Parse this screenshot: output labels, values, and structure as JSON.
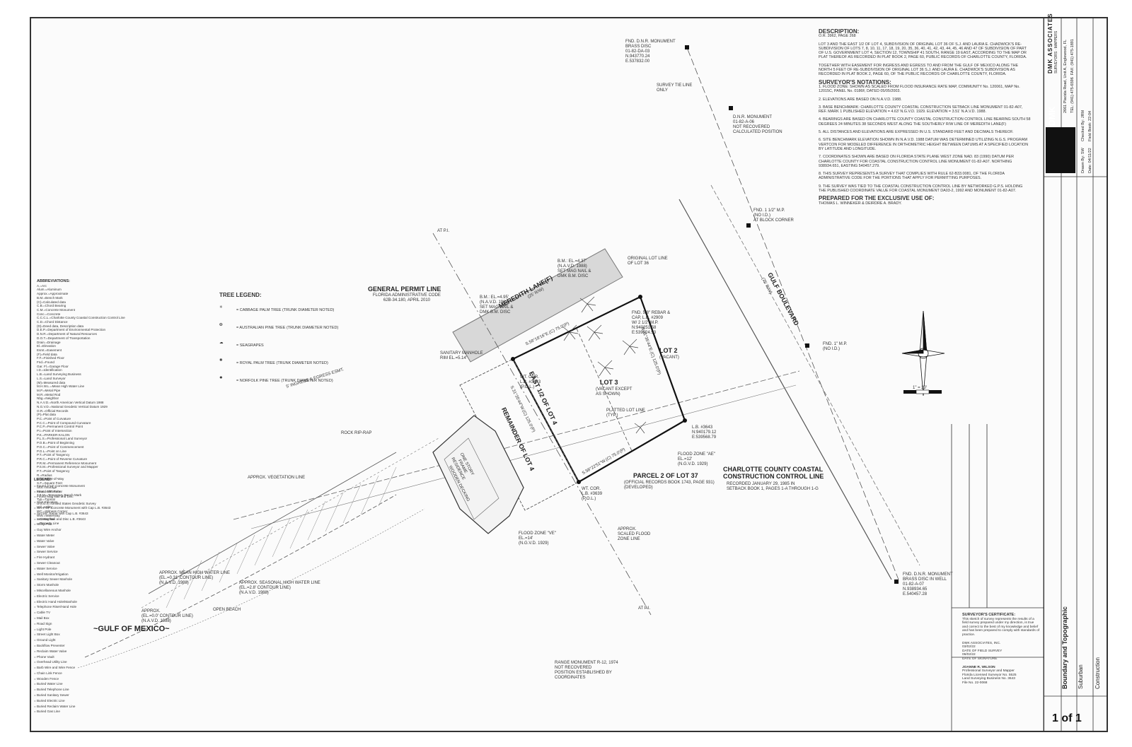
{
  "description": {
    "heading": "DESCRIPTION:",
    "book": "O.R. 3962, PAGE 268",
    "text": "LOT 3 AND THE EAST 1/2 OF LOT 4, SUBDIVISION OF ORIGINAL LOT 36 OF S.J. AND LAURA E. CHADWICK'S RE-SUBDIVISION OF LOTS 7, 8, 10, 11, 17, 18, 19, 20, 35, 36, 40, 41, 42, 43, 44, 45, 46 AND 47 OF SUBDIVISION OF PART OF U.S. GOVERNMENT LOT 4, SECTION 12, TOWNSHIP 41 SOUTH, RANGE 19 EAST, ACCORDING TO THE MAP OR PLAT THEREOF AS RECORDED IN PLAT BOOK 2, PAGE 60, PUBLIC RECORDS OF CHARLOTTE COUNTY, FLORIDA.",
    "text2": "TOGETHER WITH EASEMENT FOR INGRESS AND EGRESS TO AND FROM THE GULF OF MEXICO ALONG THE NORTH 5 FEET OF RE-SUBDIVISION OF ORIGINAL LOT 36 S.J. AND LAURA E. CHADWICK'S SUBDIVISION AS RECORDED IN PLAT BOOK 2, PAGE 60, OF THE PUBLIC RECORDS OF CHARLOTTE COUNTY, FLORIDA."
  },
  "notations": {
    "heading": "SURVEYOR'S NOTATIONS:",
    "items": [
      "1. FLOOD ZONE: SHOWN AS SCALED FROM FLOOD INSURANCE RATE MAP, COMMUNITY No. 120061, MAP No. 12015C, PANEL No. 0186F, DATED 05/05/2003.",
      "2. ELEVATIONS ARE BASED ON N.A.V.D. 1988.",
      "3. BASE BENCHMARK: CHARLOTTE COUNTY COASTAL CONSTRUCTION SETBACK LINE MONUMENT 01-82-A07, REF. MARK 1 PUBLISHED ELEVATION = 4.63' N.G.V.D. 1929. ELEVATION = 3.51' N.A.V.D. 1988.",
      "4. BEARINGS ARE BASED ON CHARLOTTE COUNTY COASTAL CONSTRUCTION CONTROL LINE BEARING SOUTH 58 DEGREES 24 MINUTES 38 SECONDS WEST ALONG THE SOUTHERLY R/W LINE OF MEREDITH LANE(F)",
      "5. ALL DISTANCES AND ELEVATIONS ARE EXPRESSED IN U.S. STANDARD FEET AND DECIMALS THEREOF.",
      "6. SITE BENCHMARK ELEVATION SHOWN IN N.A.V.D. 1988 DATUM WAS DETERMINED UTILIZING N.G.S. PROGRAM VERTCON FOR MODELED DIFFERENCE IN ORTHOMETRIC HEIGHT BETWEEN DATUMS AT A SPECIFIED LOCATION BY LATITUDE AND LONGITUDE.",
      "7. COORDINATES SHOWN ARE BASED ON FLORIDA STATE PLANE WEST ZONE NAD. 83 (1990) DATUM PER CHARLOTTE COUNTY FOR COASTAL CONSTRUCTION CONTROL LINE MONUMENT 01-82-A07. NORTHING 938934.651, EASTING 540457.279.",
      "8. THIS SURVEY REPRESENTS A SURVEY THAT COMPLIES WITH RULE 62-B33.0081, OF THE FLORIDA ADMINISTRATIVE CODE FOR THE PORTIONS THAT APPLY FOR PERMITTING PURPOSES.",
      "9. THE SURVEY WAS TIED TO THE COASTAL CONSTRUCTION CONTROL LINE BY NETWORKED G.P.S. HOLDING THE PUBLISHED COORDINATE VALUE FOR COASTAL MONUMENT DA03-2, 1992 AND MONUMENT 01-82-A07."
    ],
    "prepared_heading": "PREPARED FOR THE EXCLUSIVE USE OF:",
    "prepared_for": "THOMAS L. WINNEKER & DEIRDRE A. BRADY."
  },
  "tree_legend": {
    "title": "TREE LEGEND:",
    "items": [
      "= CABBAGE PALM TREE (TRUNK DIAMETER NOTED)",
      "= AUSTRALIAN PINE TREE (TRUNK DIAMETER NOTED)",
      "= SEAGRAPES",
      "= ROYAL PALM TREE (TRUNK DIAMETER NOTED)",
      "= NORFOLK PINE TREE (TRUNK DIAMETER NOTED)"
    ]
  },
  "abbreviations": {
    "title": "ABBREVIATIONS:",
    "items": [
      "A.=Arc",
      "Alum.=Aluminum",
      "Approx.=Approximate",
      "B.M.=Bench Mark",
      "(C)=Calculated data",
      "C.B.=Chord Bearing",
      "C.M.=Concrete Monument",
      "Conc.=Concrete",
      "C.C.C.L.=Charlotte County Coastal Construction Control Line",
      "C.D.=Chord Distance",
      "(D)=Deed data, Description data",
      "D.E.P.=Department of Environmental Protection",
      "D.N.R.=Department of Natural Resources",
      "D.O.T.=Department of Transportation",
      "Drain.=Drainage",
      "El.=Elevation",
      "Esmt.=Easement",
      "(F)=Field data",
      "F.F.=Finished Floor",
      "Fnd.=Found",
      "Gar. Fl.=Garage Floor",
      "I.D.=Identification",
      "L.B.=Land Surveying Business",
      "L.S.=Land Surveyor",
      "(M)=Measured data",
      "M.H.W.L.=Mean High Water Line",
      "M.P.=Metal Pipe",
      "M.R.=Metal Rod",
      "Nbg.=Neighbor",
      "N.A.V.D.=North American Vertical Datum 1988",
      "N.G.V.D.=National Geodetic Vertical Datum 1929",
      "O.R.=Official Records",
      "(P)=Plat data",
      "P.C.=Point of Curvature",
      "P.C.C.=Point of Compound Curvature",
      "P.C.P.=Permanent Control Point",
      "P.I.=Point of Intersection",
      "P.K.=PARKER-KALON",
      "P.L.S.=Professional Land Surveyor",
      "P.O.B.=Point of Beginning",
      "P.O.C.=Point of Commencement",
      "P.O.L.=Point on Line",
      "P.T.=Point of Tangency",
      "P.R.C.=Point of Reverse Curvature",
      "P.R.M.=Permanent Reference Monument",
      "P.S.M.=Professional Surveyor and Mapper",
      "P.T.=Point of Tangency",
      "R.=Radius",
      "R/W=Right-of-Way",
      "S.F.=Square Feet",
      "Stor.=Storage",
      "Struc.=Structure",
      "T.B.M.=Temporary Bench Mark",
      "Typ.=Typical",
      "U.S.G.S.=United States Geodetic Survey",
      "Util.=Utility",
      "WC.=Witness Corner",
      "WW.=Waterway",
      "= Centerline",
      "= Property Line"
    ]
  },
  "symbol_legend": {
    "title": "LEGEND:",
    "items": [
      "= Found 4\"x4\" Concrete Monument",
      "= Found 5/8\" Rebar",
      "= Found Mag Nail and Disc",
      "= Spot Elevation",
      "= Set 4\"x4\" Concrete Monument with Cap L.B. #3643",
      "= Set 5/8\" Rebar with Cap L.B. #3643",
      "= Set Mag Nail and Disc L.B. #3643",
      "= Utility Pole",
      "= Guy Wire Anchor",
      "= Water Meter",
      "= Water Valve",
      "= Sewer Valve",
      "= Sewer Service",
      "= Fire Hydrant",
      "= Sewer Cleanout",
      "= Water Service",
      "= Well Monitor/Irrigation",
      "= Sanitary Sewer Manhole",
      "= Storm Manhole",
      "= Miscellaneous Manhole",
      "= Electric Service",
      "= Electric Hand Hole/Manhole",
      "= Telephone Riser/Hand Hole",
      "= Cable TV",
      "= Mail Box",
      "= Road Sign",
      "= Light Pole",
      "= Street Light Box",
      "= Ground Light",
      "= Backflow Preventer",
      "= Reclaim Water Valve",
      "= Phone Vault",
      "= Overhead Utility Line",
      "= Barb Wire and Wire Fence",
      "= Chain Link Fence",
      "= Wooden Fence",
      "= Buried Water Line",
      "= Buried Telephone Line",
      "= Buried Sanitary Sewer",
      "= Buried Electric Line",
      "= Buried Reclaim Water Line",
      "= Buried Gas Line"
    ]
  },
  "plan_labels": {
    "gulf": "~GULF OF MEXICO~",
    "meredith": "MEREDITH LANE(F)",
    "meredith_sub": "(25' R/W)",
    "gulf_blvd": "GULF BOULEVARD",
    "gulf_blvd_sub": "(75' R/W)",
    "general_permit": "GENERAL PERMIT LINE",
    "general_permit_sub": "FLORIDA ADMINISTRATIVE CODE\n62B-34.180, APRIL 2010",
    "lot3": "LOT 3",
    "lot3_sub": "(VACANT EXCEPT\nAS SHOWN)",
    "lot2": "LOT 2",
    "lot2_sub": "(VACANT)",
    "east_half": "EAST 1/2 OF LOT 4",
    "remainder": "REMAINDER OF LOT 4",
    "parcel2": "PARCEL 2 OF LOT 37",
    "parcel2_sub": "(OFFICIAL RECORDS BOOK 1743, PAGE 931)\n(DEVELOPED)",
    "cccl": "CHARLOTTE COUNTY COASTAL\nCONSTRUCTION CONTROL LINE",
    "cccl_sub": "RECORDED JANUARY 29, 1985 IN\nSETBACK BOOK 1, PAGES 1-A THROUGH 1-G",
    "dnr_top": "FND. D.N.R. MONUMENT\nBRASS DISC\n01-82-DA-03\nN.943770.24\nE.537832.00",
    "dnr_mid": "D.N.R. MONUMENT\n01-82-A-06\nNOT RECOVERED\nCALCULATED POSITION",
    "dnr_bottom": "FND. D.N.R. MONUMENT\nBRASS DISC IN WELL\n01-82-A-07\nN.938934.65\nE.540457.28",
    "range_monument": "RANGE MONUMENT R-12, 1974\nNOT RECOVERED\nPOSITION ESTABLISHED BY\nCOORDINATES",
    "survey_tie": "SURVEY TIE LINE\nONLY",
    "fnd_mp_block": "FND. 1 1/2\" M.P.\n(NO I.D.)\nAT BLOCK CORNER",
    "fnd_mp": "FND. 1\" M.P.\n(NO I.D.)",
    "orig_lot_line": "ORIGINAL LOT LINE\nOF LOT 36",
    "bm1": "B.M.: EL.=4.37'\n(N.A.V.D. 1988)\nSET MAG NAIL &\nDMK B.M. DISC",
    "bm2": "B.M.: EL.=4.95'\n(N.A.V.D. 1988)\nSET MAG NAIL &\nDMK B.M. DISC",
    "rebar": "FND. 5/8\" REBAR &\nCAP, L.B. #2909\nW/ 2 1/2\" M.P.\nN:940251.58\nE:539524.53",
    "sanitary": "SANITARY MANHOLE\nRIM EL.=5.14'",
    "platted": "PLATTED LOT LINE\n(TYP.)",
    "flood_ae": "FLOOD ZONE \"AE\"\nEL.=12'\n(N.G.V.D. 1929)",
    "flood_ve": "FLOOD ZONE \"VE\"\nEL.=14'\n(N.G.V.D. 1929)",
    "scaled_flood": "APPROX.\nSCALED FLOOD\nZONE LINE",
    "mhwl": "APPROX. MEAN HIGH WATER LINE\n(EL.=0.31' CONTOUR LINE)\n(N.A.V.D. 1988)",
    "shwl": "APPROX. SEASONAL HIGH WATER LINE\n(EL.=2.8' CONTOUR LINE)\n(N.A.V.D. 1988)",
    "zero_contour": "APPROX.\n(EL.=0.0' CONTOUR LINE)\n(N.A.V.D. 1988)",
    "veg_line": "APPROX. VEGETATION LINE",
    "rock_riprap": "ROCK RIP-RAP",
    "open_beach": "OPEN BEACH",
    "at_pi": "AT P.I.",
    "ingress": "5' INGRESS & EGRESS ESMT.",
    "lb3643": "L.B. #3643\nN:940179.12\nE:539568.79",
    "wt_cor_top": "WT. COR.\nL.B. #3643\n(P.O.L.)",
    "wt_cor_bottom": "WT. COR.\nL.B. #3639\n(P.O.L.)",
    "house": "ONE STORY\nFRAME\nRESIDENCE",
    "wooden_decking": "WOODEN DECKING",
    "scale": "1\" = 20'",
    "dim_north": "S.58°18'16\"E.(C) 75.0'(P)",
    "dim_east": "N.31°35'44\"E.(C) 125.0'(P)",
    "dim_south": "S.58°22'51\"W.(C) 75.0'(P)",
    "dim_west": "S.31°35'44\"W.(C) 125.0'(P)"
  },
  "title_block": {
    "company": "DMK ASSOCIATES",
    "company_sub": "SURVEYORS · MAPPERS",
    "address": "2661 Placida Road, Unit A, Englewood, FL",
    "phone": "TEL: (941) 475-6596  FAX: (941) 475-1891",
    "survey_type": "Boundary and Topographic",
    "accuracy": "Suburban",
    "use": "Construction",
    "drawn": "Drawn By: SW",
    "checked": "Checked By: JRM",
    "date": "Date: 04/11/22",
    "field_book": "Field Book: 22-04",
    "sheet": "1 of 1",
    "file_no": "22-0068"
  },
  "certificate": {
    "heading": "SURVEYOR'S CERTIFICATE:",
    "body": "This sketch of survey represents the results of a field survey prepared under my direction, is true and correct to the best of my knowledge and belief and has been prepared to comply with standards of practice.",
    "firm": "DMK ASSOCIATES, INC.",
    "field_date": "03/02/22",
    "field_date_label": "DATE OF FIELD SURVEY",
    "sig_date": "06/02/22",
    "sig_date_label": "DATE OF SIGNATURE",
    "surveyor": "JOANNE R. WILSON",
    "title": "Professional Surveyor and Mapper\nFlorida Licensed Surveyor No. 5525\nLand Surveying Business No. 3643",
    "file_label": "File No.",
    "file_no": "22-0068"
  }
}
